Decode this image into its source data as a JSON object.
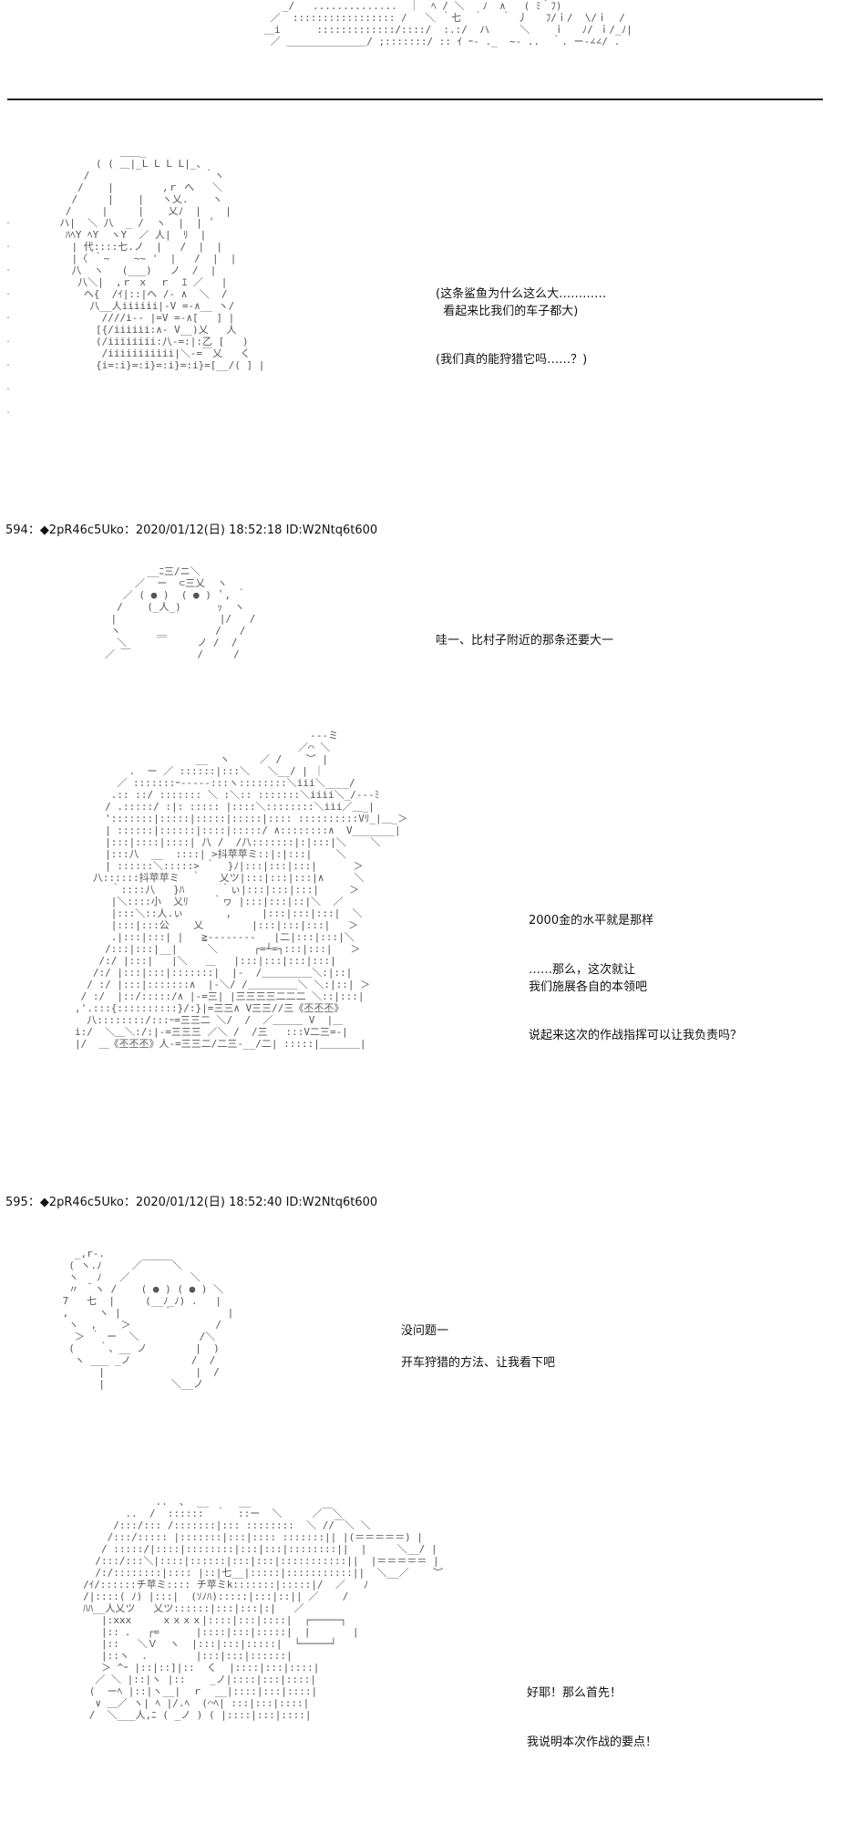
{
  "posts": [
    {
      "header": "594：◆2pR46c5Uko：2020/01/12(日) 18:52:18 ID:W2Ntq6t600"
    },
    {
      "header": "595：◆2pR46c5Uko：2020/01/12(日) 18:52:40 ID:W2Ntq6t600"
    }
  ],
  "dialogs": {
    "shark_big": "(这条鲨鱼为什么这么大…………\n  看起来比我们的车子都大)",
    "can_hunt": "(我们真的能狩猎它吗……？)",
    "wow_bigger": "哇一、比村子附近的那条还要大一",
    "gold_level": "2000金的水平就是那样",
    "show_skill": "……那么，这次就让\n我们施展各自的本领吧",
    "command": "说起来这次的作战指挥可以让我负责吗？",
    "no_problem": "没问题一",
    "teach_method": "开车狩猎的方法、让我看下吧",
    "first": "好耶！那么首先！",
    "explain": "我说明本次作战的要点！"
  },
  "art_labels": {
    "scarf_a": "抖苹苹ミ",
    "scarf_b": ">抖苹苹ミ",
    "mark_a": "《丕丕丕》",
    "mark_b": "《丕丕丕》",
    "name_a": "チ苹ミ",
    "name_b": "チ苹ミ"
  },
  "colors": {
    "text": "#111111",
    "art": "#555555",
    "rule": "#222222"
  }
}
